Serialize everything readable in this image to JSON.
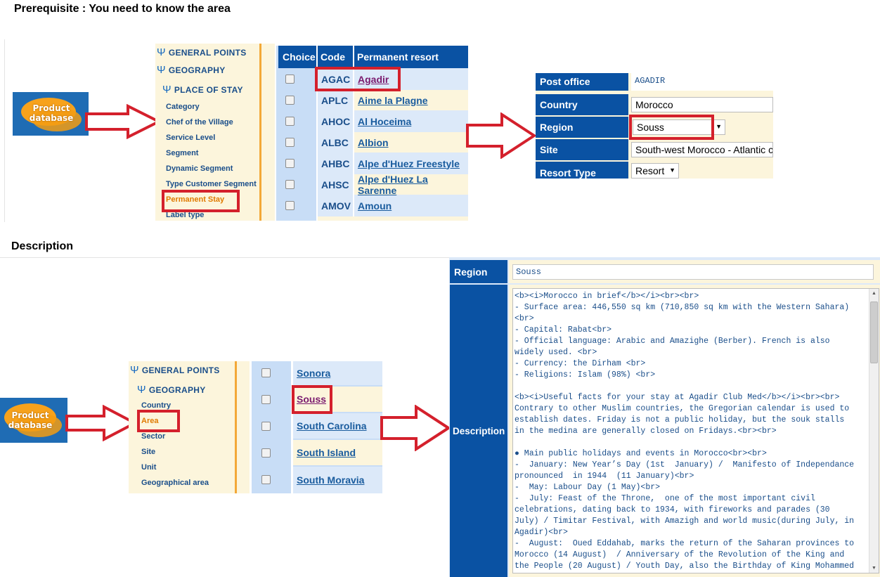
{
  "section1": {
    "heading": "Prerequisite : You need to know the area"
  },
  "section2": {
    "heading": "Description"
  },
  "logo": {
    "text": "Product database"
  },
  "menu1": {
    "items": [
      {
        "label": "GENERAL POINTS"
      },
      {
        "label": "GEOGRAPHY"
      },
      {
        "label": "PLACE OF STAY"
      },
      {
        "label": "Category"
      },
      {
        "label": "Chef of the Village"
      },
      {
        "label": "Service Level"
      },
      {
        "label": "Segment"
      },
      {
        "label": "Dynamic Segment"
      },
      {
        "label": "Type Customer Segment"
      },
      {
        "label": "Permanent Stay"
      },
      {
        "label": "Label type"
      }
    ]
  },
  "resort_table": {
    "headers": {
      "choice": "Choice",
      "code": "Code",
      "resort": "Permanent resort"
    },
    "rows": [
      {
        "code": "AGAC",
        "name": "Agadir"
      },
      {
        "code": "APLC",
        "name": "Aime la Plagne"
      },
      {
        "code": "AHOC",
        "name": "Al Hoceima"
      },
      {
        "code": "ALBC",
        "name": "Albion"
      },
      {
        "code": "AHBC",
        "name": "Alpe d'Huez Freestyle"
      },
      {
        "code": "AHSC",
        "name": "Alpe d'Huez La Sarenne"
      },
      {
        "code": "AMOV",
        "name": "Amoun"
      }
    ]
  },
  "resort_form": {
    "post_office_label": "Post office",
    "post_office_value": "AGADIR",
    "country_label": "Country",
    "country_value": "Morocco",
    "region_label": "Region",
    "region_value": "Souss",
    "site_label": "Site",
    "site_value": "South-west Morocco - Atlantic co",
    "resort_type_label": "Resort Type",
    "resort_type_value": "Resort"
  },
  "menu2": {
    "items": [
      {
        "label": "GENERAL POINTS"
      },
      {
        "label": "GEOGRAPHY"
      },
      {
        "label": "Country"
      },
      {
        "label": "Area"
      },
      {
        "label": "Sector"
      },
      {
        "label": "Site"
      },
      {
        "label": "Unit"
      },
      {
        "label": "Geographical area"
      }
    ]
  },
  "area_list": {
    "rows": [
      {
        "name": "Sonora"
      },
      {
        "name": "Souss"
      },
      {
        "name": "South Carolina"
      },
      {
        "name": "South Island"
      },
      {
        "name": "South Moravia"
      }
    ]
  },
  "desc_form": {
    "region_label": "Region",
    "region_value": "Souss",
    "description_label": "Description",
    "description_text": "<b><i>Morocco in brief</b></i><br><br>\n- Surface area: 446,550 sq km (710,850 sq km with the Western Sahara)\n<br>\n- Capital: Rabat<br>\n- Official language: Arabic and Amazighe (Berber). French is also\nwidely used. <br>\n- Currency: the Dirham <br>\n- Religions: Islam (98%) <br>\n\n<b><i>Useful facts for your stay at Agadir Club Med</b></i><br><br>\nContrary to other Muslim countries, the Gregorian calendar is used to\nestablish dates. Friday is not a public holiday, but the souk stalls\nin the medina are generally closed on Fridays.<br><br>\n\n● Main public holidays and events in Morocco<br><br>\n-  January: New Year’s Day (1st  January) /  Manifesto of Independance\npronounced  in 1944  (11 January)<br>\n-  May: Labour Day (1 May)<br>\n-  July: Feast of the Throne,  one of the most important civil\ncelebrations, dating back to 1934, with fireworks and parades (30\nJuly) / Timitar Festival, with Amazigh and world music(during July, in\nAgadir)<br>\n-  August:  Oued Eddahab, marks the return of the Saharan provinces to\nMorocco (14 August)  / Anniversary of the Revolution of the King and\nthe People (20 August) / Youth Day, also the Birthday of King Mohammed"
  },
  "colors": {
    "accent_blue": "#0a52a3",
    "highlight_red": "#d4202c",
    "menu_bg": "#fcf5dc",
    "active_orange": "#e07b00"
  }
}
